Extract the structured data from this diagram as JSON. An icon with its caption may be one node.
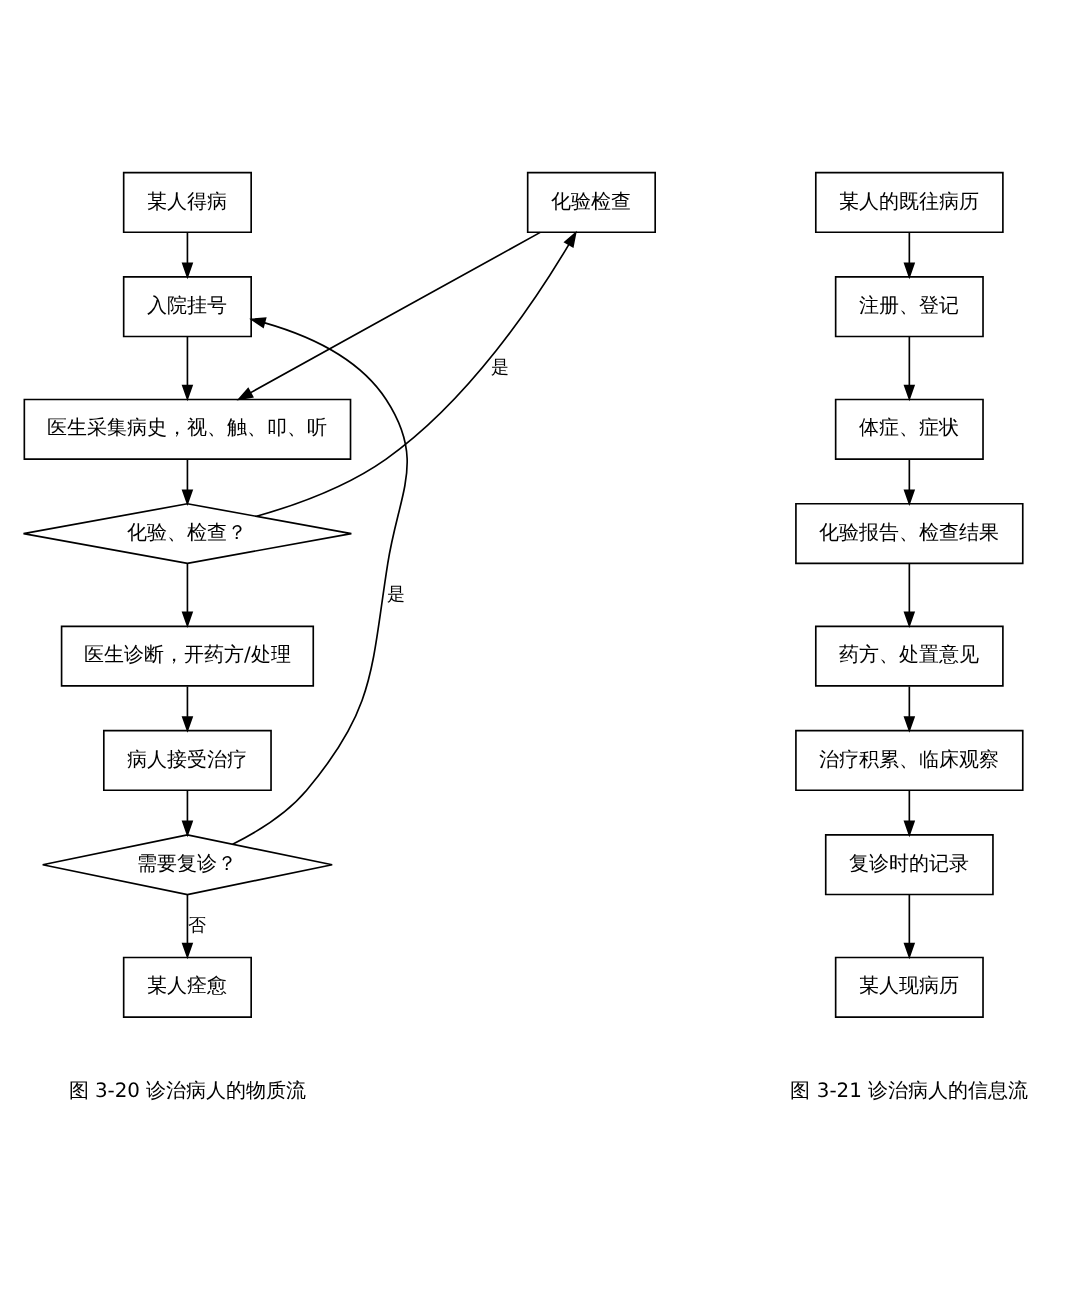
{
  "diagram": {
    "nodes": [
      {
        "text": [
          "某人得病"
        ]
      },
      {
        "text": [
          "入院挂号"
        ]
      },
      {
        "text": [
          "医生采集病史，视、触、叩、听"
        ]
      },
      {
        "text": [
          "化验检查"
        ]
      },
      {
        "text": [
          "化验、检查？"
        ]
      },
      {
        "text": [
          "医生诊断，开药方/处理"
        ]
      },
      {
        "text": [
          "病人接受治疗"
        ]
      },
      {
        "text": [
          "需要复诊？"
        ]
      },
      {
        "text": [
          "某人痊愈"
        ]
      },
      {
        "text": [
          "某人的既往病历"
        ]
      },
      {
        "text": [
          "注册、登记"
        ]
      },
      {
        "text": [
          "体症、症状"
        ]
      },
      {
        "text": [
          "化验报告、检查结果"
        ]
      },
      {
        "text": [
          "药方、处置意见"
        ]
      },
      {
        "text": [
          "治疗积累、临床观察"
        ]
      },
      {
        "text": [
          "复诊时的记录"
        ]
      },
      {
        "text": [
          "某人现病历"
        ]
      }
    ],
    "edges": [
      {
        "from": 0,
        "to": 1,
        "arrow": "to"
      },
      {
        "from": 1,
        "to": 2,
        "arrow": "to"
      },
      {
        "from": 2,
        "to": 4,
        "arrow": "to"
      },
      {
        "from": 4,
        "to": 3,
        "arrow": "to",
        "label": "是"
      },
      {
        "from": 3,
        "to": 2,
        "arrow": "to"
      },
      {
        "from": 4,
        "to": 5,
        "arrow": "to"
      },
      {
        "from": 5,
        "to": 6,
        "arrow": "to"
      },
      {
        "from": 6,
        "to": 7,
        "arrow": "to"
      },
      {
        "from": 7,
        "to": 1,
        "arrow": "to",
        "label": "是"
      },
      {
        "from": 7,
        "to": 8,
        "arrow": "to",
        "label": "否"
      },
      {
        "from": 9,
        "to": 10,
        "arrow": "to"
      },
      {
        "from": 10,
        "to": 11,
        "arrow": "to"
      },
      {
        "from": 11,
        "to": 12,
        "arrow": "to"
      },
      {
        "from": 12,
        "to": 13,
        "arrow": "to"
      },
      {
        "from": 13,
        "to": 14,
        "arrow": "to"
      },
      {
        "from": 14,
        "to": 15,
        "arrow": "to"
      },
      {
        "from": 15,
        "to": 16,
        "arrow": "to"
      }
    ],
    "labels": [
      "图 3-20 诊治病人的物质流",
      "图 3-21 诊治病人的信息流"
    ]
  }
}
